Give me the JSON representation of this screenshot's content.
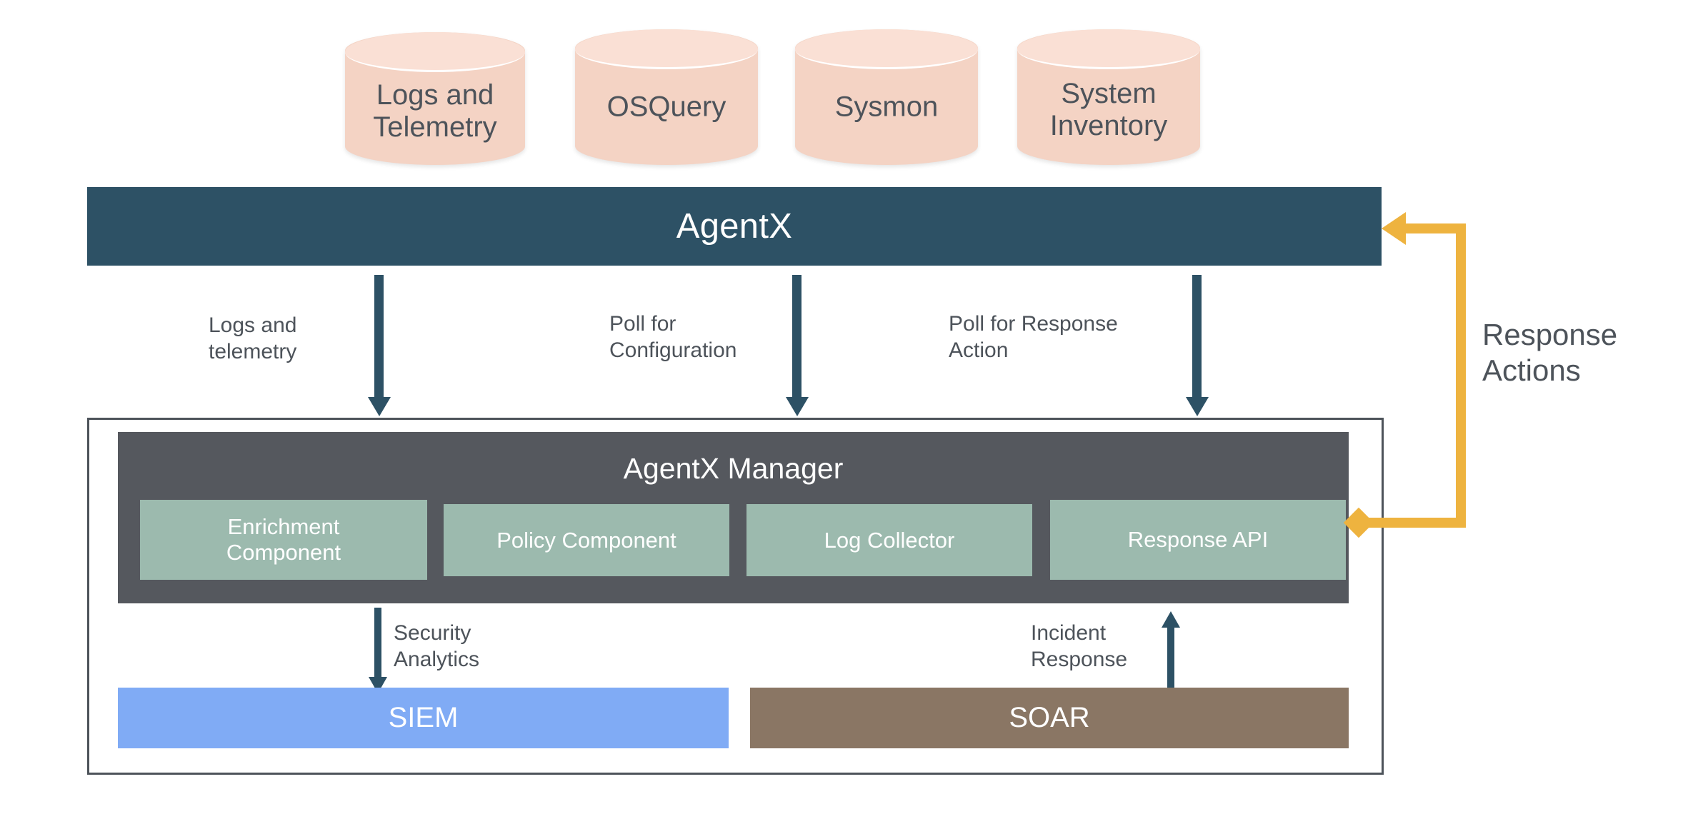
{
  "colors": {
    "cylinder_body": "#f4d3c4",
    "cylinder_cap": "#fae0d5",
    "agentx_bar": "#2d5165",
    "manager_box": "#55585e",
    "component_box": "#9cbaae",
    "siem": "#80abf5",
    "soar": "#8a7664",
    "response_path": "#eeb33f",
    "text_dark": "#4d535a",
    "outer_border": "#4d535a",
    "background": "#ffffff"
  },
  "sources": [
    {
      "label": "Logs and\nTelemetry"
    },
    {
      "label": "OSQuery"
    },
    {
      "label": "Sysmon"
    },
    {
      "label": "System\nInventory"
    }
  ],
  "agent": {
    "title": "AgentX"
  },
  "flows": [
    {
      "label": "Logs and\ntelemetry"
    },
    {
      "label": "Poll for\nConfiguration"
    },
    {
      "label": "Poll for Response\nAction"
    }
  ],
  "manager": {
    "title": "AgentX Manager",
    "components": [
      {
        "label": "Enrichment\nComponent"
      },
      {
        "label": "Policy Component"
      },
      {
        "label": "Log Collector"
      },
      {
        "label": "Response API"
      }
    ]
  },
  "downstream": {
    "siem": {
      "label": "SIEM",
      "flow_label": "Security\nAnalytics"
    },
    "soar": {
      "label": "SOAR",
      "flow_label": "Incident\nResponse"
    }
  },
  "feedback": {
    "label": "Response\nActions"
  }
}
